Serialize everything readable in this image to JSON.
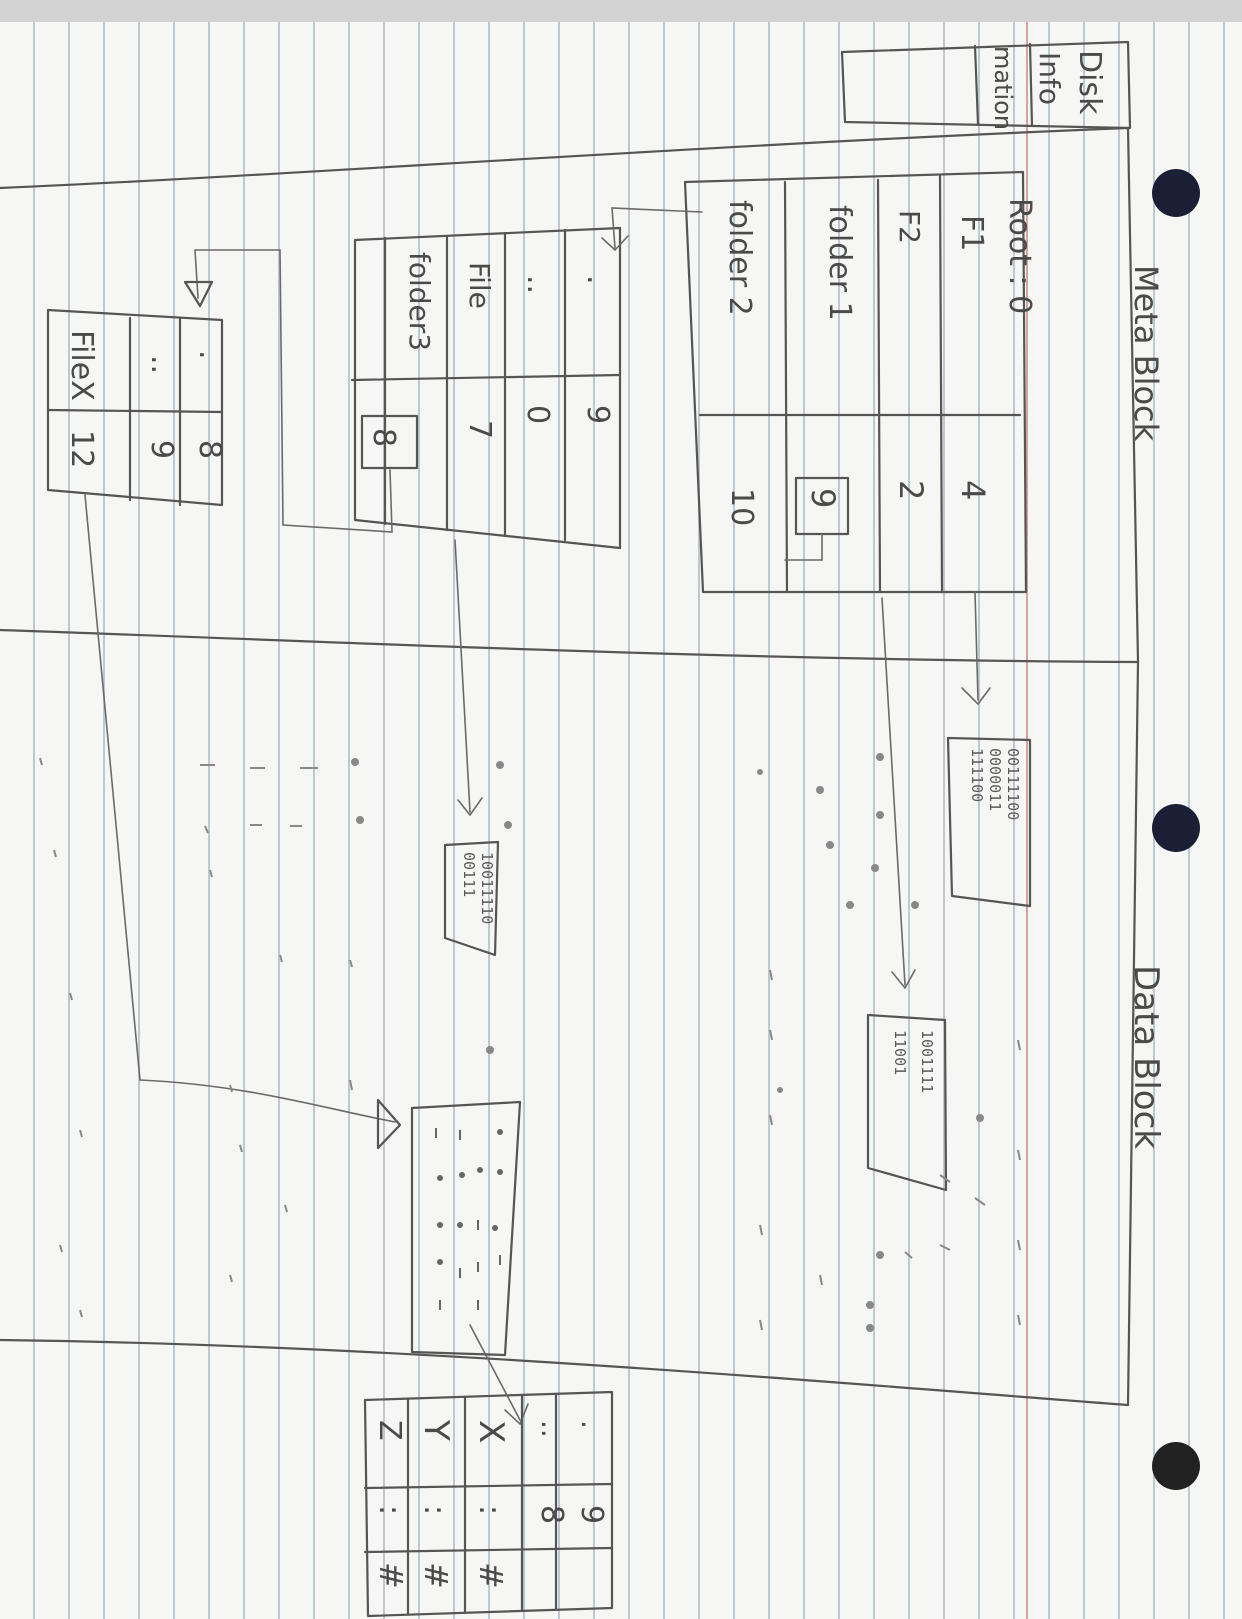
{
  "disk_info": {
    "line1": "Disk",
    "line2": "Info",
    "line3": "mation"
  },
  "meta_block": {
    "label": "Meta Block"
  },
  "data_block": {
    "label": "Data Block"
  },
  "root": {
    "header": "Root : 0",
    "rows": [
      {
        "name": "F1",
        "block": "4"
      },
      {
        "name": "F2",
        "block": "2"
      },
      {
        "name": "folder 1",
        "block": "9"
      },
      {
        "name": "folder 2",
        "block": "10"
      }
    ]
  },
  "folder_a": {
    "rows": [
      {
        "name": ".",
        "block": "9"
      },
      {
        "name": "..",
        "block": "0"
      },
      {
        "name": "File",
        "block": "7"
      },
      {
        "name": "folder3",
        "block": "8"
      }
    ]
  },
  "folder_b": {
    "rows": [
      {
        "name": ".",
        "block": "8"
      },
      {
        "name": "..",
        "block": "9"
      },
      {
        "name": "FileX",
        "block": "12"
      }
    ]
  },
  "data_bits": {
    "block1": [
      "00111100",
      "0000011",
      "111100"
    ],
    "block2": [
      "1001111",
      "11001"
    ],
    "block3": [
      "10011110",
      "00111"
    ]
  },
  "bottom_table": {
    "rows": [
      {
        "name": ".",
        "a": "9",
        "b": ""
      },
      {
        "name": "..",
        "a": "8",
        "b": ""
      },
      {
        "name": "X",
        "a": ":",
        "b": "#"
      },
      {
        "name": "Y",
        "a": ":",
        "b": "#"
      },
      {
        "name": "Z",
        "a": ":",
        "b": "#"
      }
    ]
  }
}
